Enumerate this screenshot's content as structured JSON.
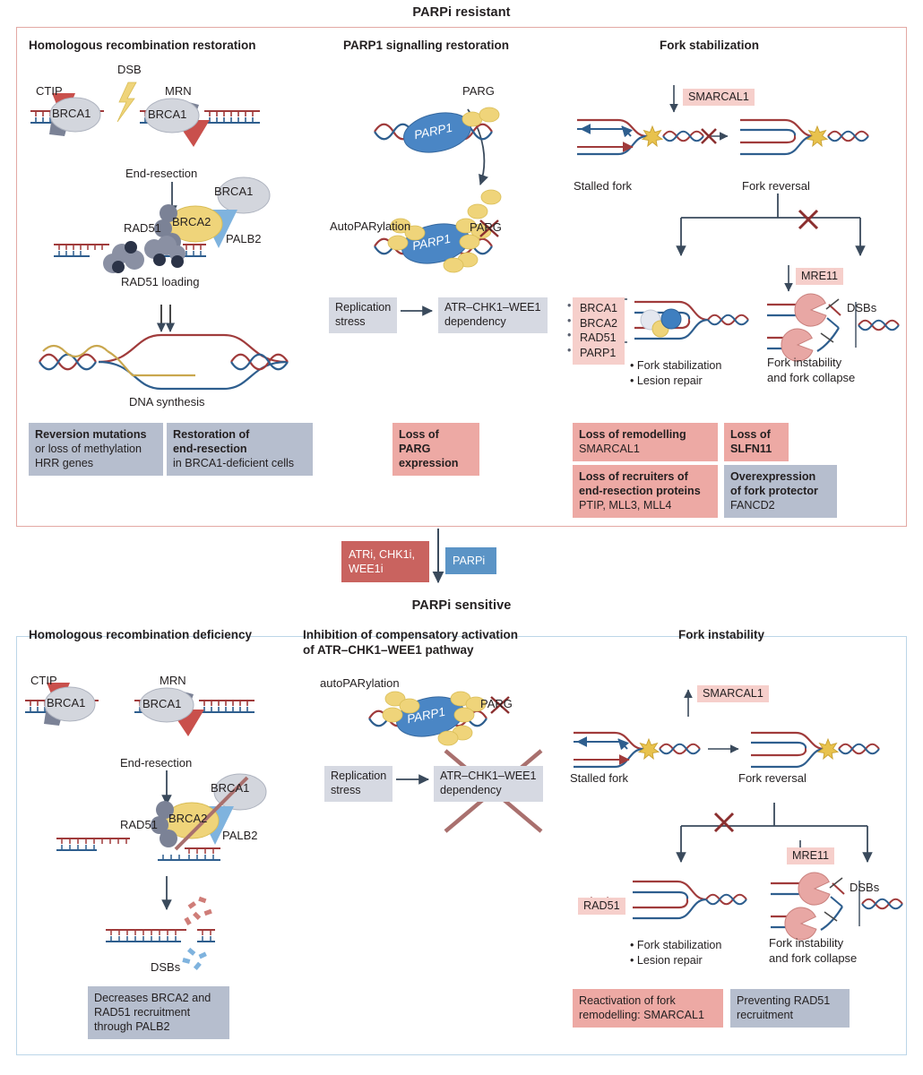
{
  "figure": {
    "top_banner_title": "PARPi resistant",
    "bottom_banner_title": "PARPi sensitive"
  },
  "colors": {
    "panel_resistant_border": "#e3a9a4",
    "panel_sensitive_border": "#bcd6e8",
    "pink_box": "#eda9a4",
    "grey_box": "#b6bece",
    "brick_box": "#c9635f",
    "blue_box": "#5b94c6",
    "tag_pink": "#f6cfcb",
    "tag_grey": "#d6d9e2",
    "dna_red": "#a03b3b",
    "dna_blue": "#2e5e8e",
    "dna_gold": "#c9a74e",
    "protein_yellow": "#efd47a",
    "protein_blue": "#4a86c5",
    "protein_grey": "#d3d6dd",
    "protein_red": "#c9504c",
    "rad51_grey": "#7b8296",
    "lesion_gold": "#e8c24d",
    "nuclease_pink": "#e8a7a4",
    "arrow": "#3a4a5c",
    "cross_red": "#8b2f2f",
    "cross_mauve": "#a9706e"
  },
  "top_panel": {
    "columns": [
      {
        "title": "Homologous recombination restoration"
      },
      {
        "title": "PARP1 signalling restoration"
      },
      {
        "title": "Fork stabilization"
      }
    ],
    "hr_restoration": {
      "labels": {
        "ctip": "CTIP",
        "dsb": "DSB",
        "mrn": "MRN",
        "brca1_left": "BRCA1",
        "brca1_right": "BRCA1",
        "end_resection": "End-resection",
        "rad51": "RAD51",
        "brca2": "BRCA2",
        "brca1_complex": "BRCA1",
        "palb2": "PALB2",
        "rad51_loading": "RAD51 loading",
        "dna_synthesis": "DNA synthesis"
      },
      "outcomes": [
        {
          "style": "grey",
          "bold": "Reversion mutations",
          "rest": "or loss of methylation\nHRR genes"
        },
        {
          "style": "grey",
          "bold": "Restoration of\nend-resection",
          "rest": "in BRCA1-deficient cells"
        }
      ]
    },
    "parp1_signalling": {
      "labels": {
        "parg_top": "PARG",
        "parp1_top": "PARP1",
        "autoparylation": "AutoPARylation",
        "parp1_bottom": "PARP1",
        "parg_crossed": "PARG",
        "replication_stress": "Replication\nstress",
        "atr_dependency": "ATR–CHK1–WEE1\ndependency"
      },
      "outcomes": [
        {
          "style": "pink",
          "bold": "Loss of PARG\nexpression",
          "rest": ""
        }
      ]
    },
    "fork_stabilization": {
      "labels": {
        "smarcal1": "SMARCAL1",
        "stalled_fork": "Stalled fork",
        "fork_reversal": "Fork reversal",
        "mre11": "MRE11",
        "dsbs": "DSBs",
        "fork_instability": "Fork instability\nand fork collapse"
      },
      "protein_list": [
        "BRCA1",
        "BRCA2",
        "RAD51",
        "PARP1"
      ],
      "bullets": [
        "Fork stabilization",
        "Lesion repair"
      ],
      "outcomes": [
        {
          "style": "pink",
          "bold": "Loss of remodelling",
          "rest": "SMARCAL1"
        },
        {
          "style": "pink",
          "bold": "Loss of\nSLFN11",
          "rest": ""
        },
        {
          "style": "pink",
          "bold": "Loss of recruiters of\nend-resection proteins",
          "rest": "PTIP, MLL3, MLL4"
        },
        {
          "style": "grey",
          "bold": "Overexpression\nof fork protector",
          "rest": "FANCD2"
        }
      ]
    }
  },
  "transition": {
    "drug_box_inhibitors": "ATRi, CHK1i,\nWEE1i",
    "drug_box_parpi": "PARPi"
  },
  "bottom_panel": {
    "columns": [
      {
        "title": "Homologous recombination deficiency"
      },
      {
        "title": "Inhibition of compensatory activation\nof ATR–CHK1–WEE1 pathway"
      },
      {
        "title": "Fork instability"
      }
    ],
    "hr_deficiency": {
      "labels": {
        "ctip": "CTIP",
        "mrn": "MRN",
        "brca1_left": "BRCA1",
        "brca1_right": "BRCA1",
        "end_resection": "End-resection",
        "rad51": "RAD51",
        "brca2": "BRCA2",
        "brca1_complex": "BRCA1",
        "palb2": "PALB2",
        "dsbs": "DSBs"
      },
      "outcomes": [
        {
          "style": "grey",
          "bold": "",
          "rest": "Decreases BRCA2 and\nRAD51 recruitment\nthrough PALB2"
        }
      ]
    },
    "atr_inhibition": {
      "labels": {
        "autoparylation": "autoPARylation",
        "parp1": "PARP1",
        "parg_crossed": "PARG",
        "replication_stress": "Replication\nstress",
        "atr_dependency": "ATR–CHK1–WEE1\ndependency"
      }
    },
    "fork_instability": {
      "labels": {
        "smarcal1": "SMARCAL1",
        "stalled_fork": "Stalled fork",
        "fork_reversal": "Fork reversal",
        "rad51_crossed": "RAD51",
        "mre11": "MRE11",
        "dsbs": "DSBs",
        "fork_instability": "Fork instability\nand fork collapse"
      },
      "bullets": [
        "Fork stabilization",
        "Lesion repair"
      ],
      "outcomes": [
        {
          "style": "pink",
          "bold": "",
          "rest": "Reactivation of fork\nremodelling: SMARCAL1"
        },
        {
          "style": "grey",
          "bold": "",
          "rest": "Preventing RAD51\nrecruitment"
        }
      ]
    }
  }
}
